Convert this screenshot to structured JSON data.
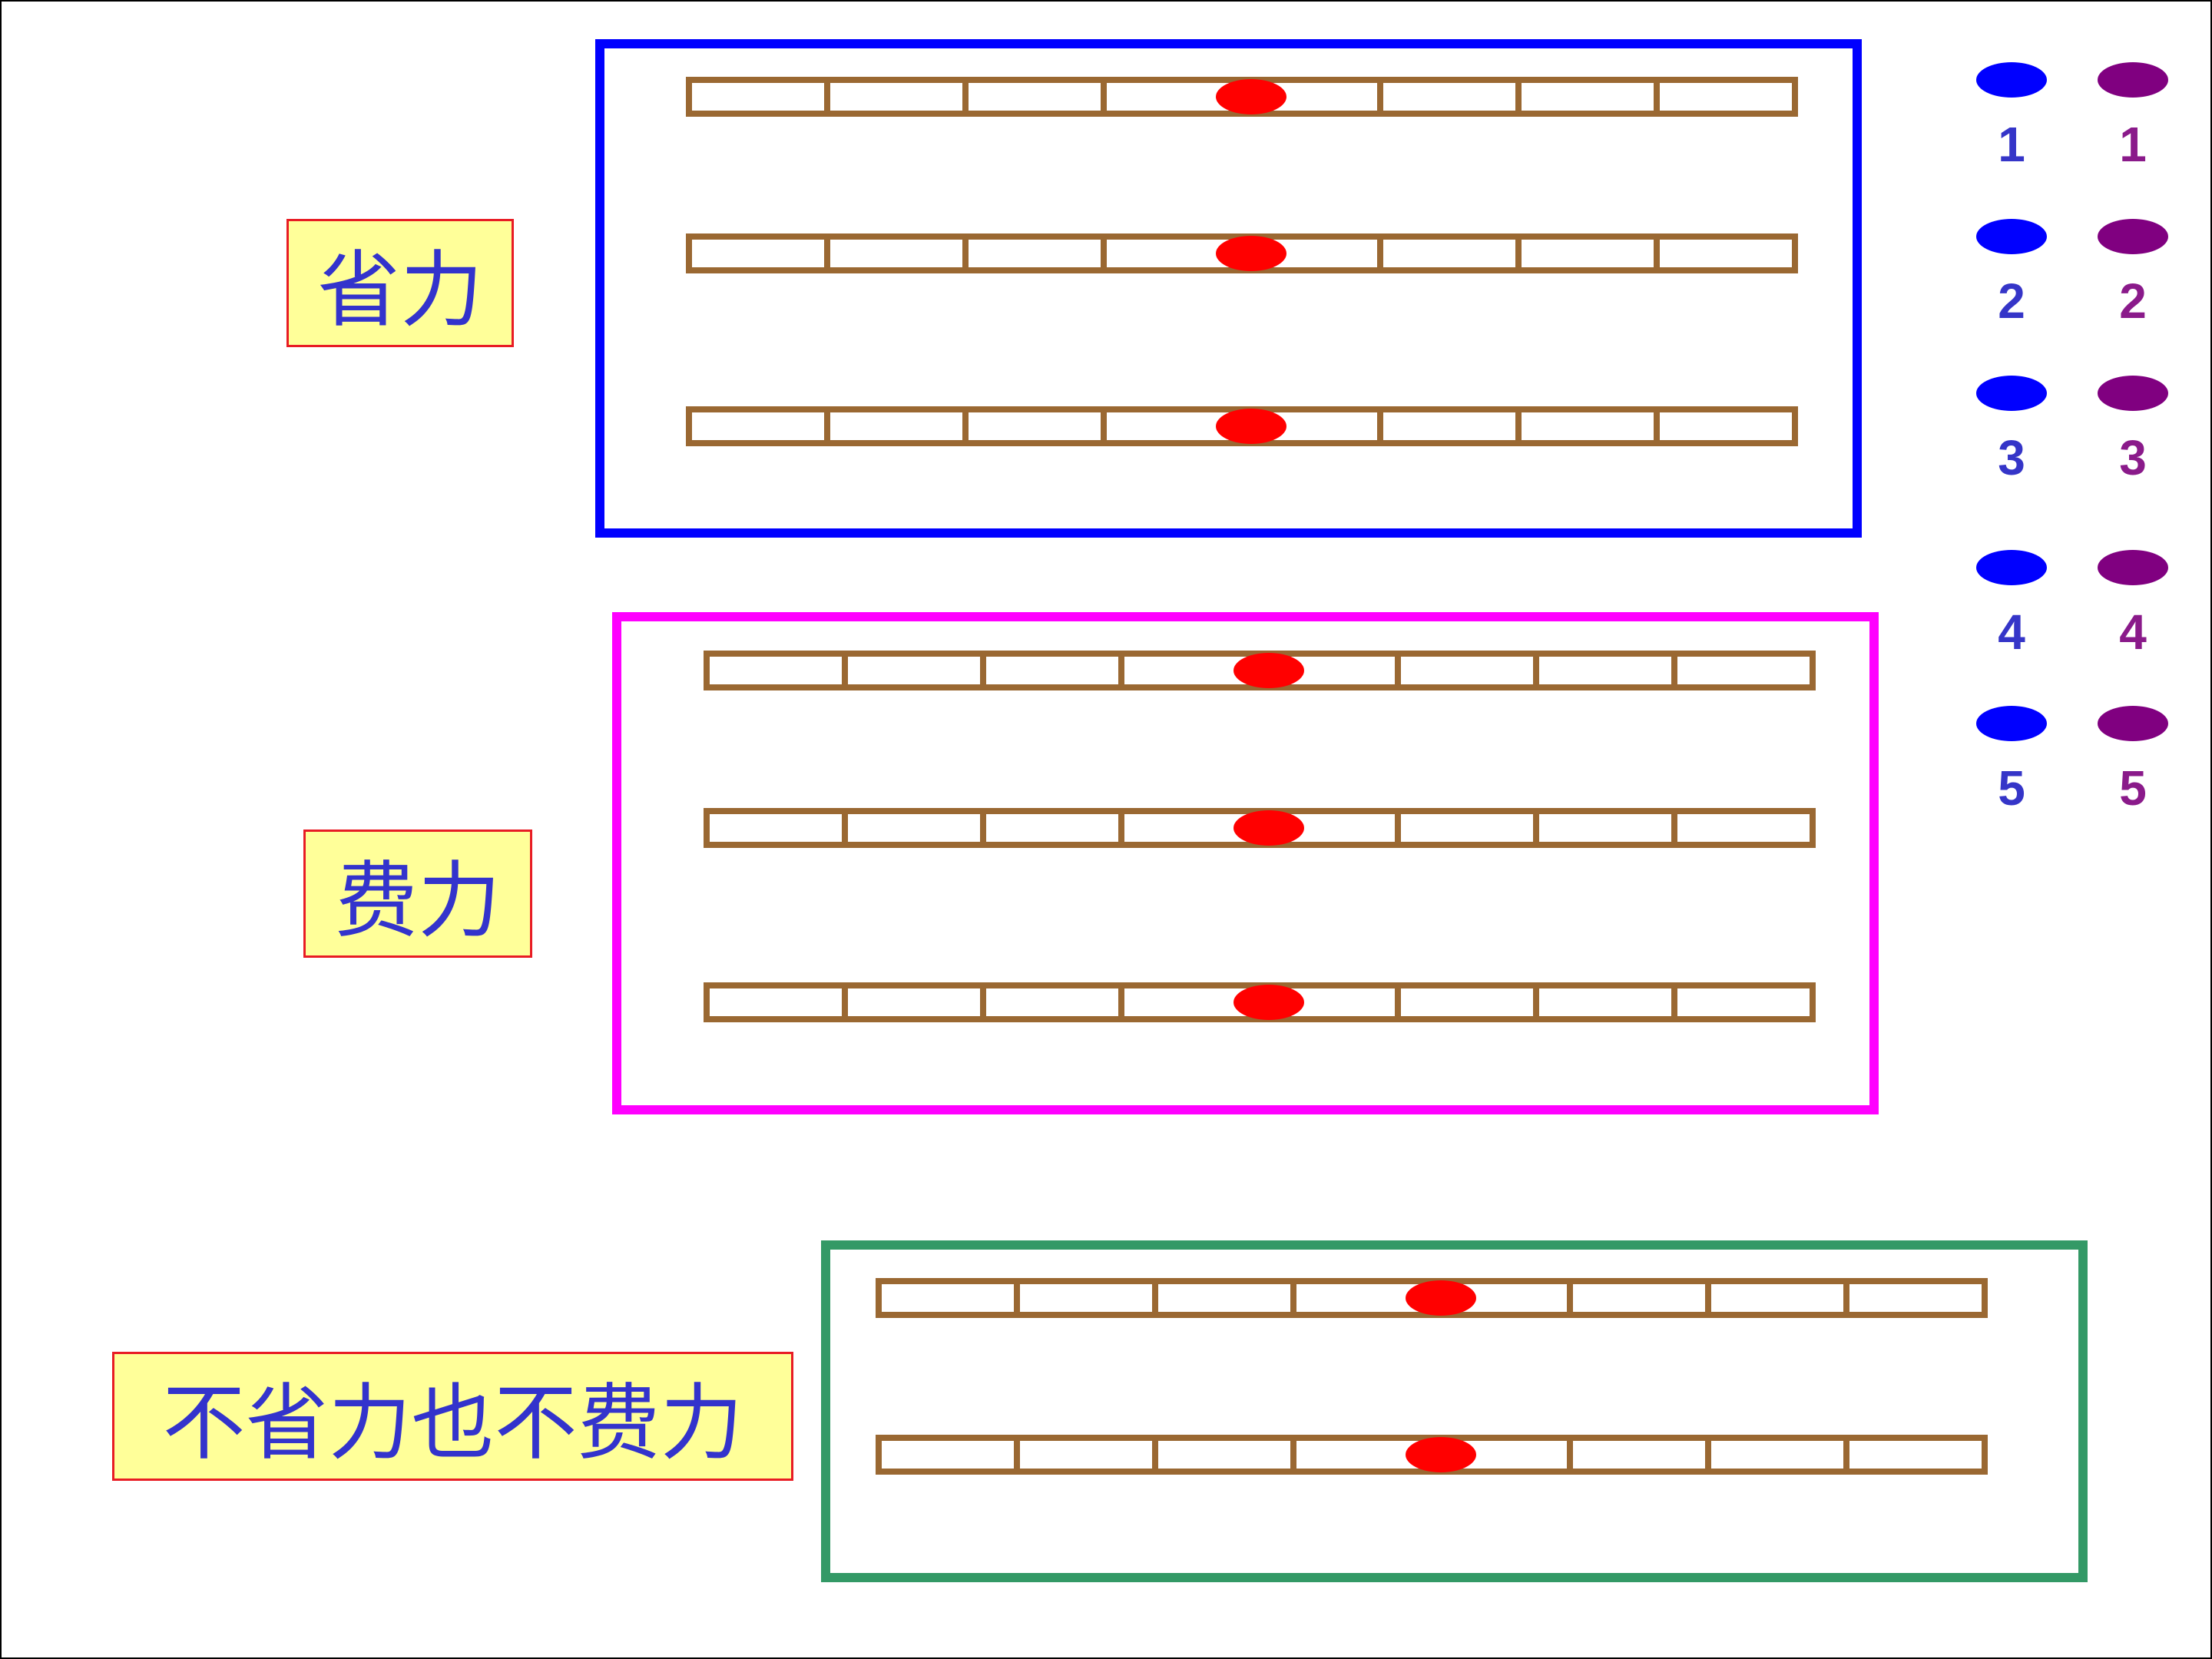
{
  "colors": {
    "background": "#ffffff",
    "frame": "#000000",
    "lever": "#9a6832",
    "fulcrum": "#ff0000",
    "label_bg": "#ffff99",
    "label_border": "#e81c24",
    "label_text": "#3333cc",
    "blue_token": "#0000ff",
    "blue_number": "#3535c8",
    "purple_token": "#800080",
    "purple_number": "#8a1a8a"
  },
  "groups": [
    {
      "id": "save",
      "label": "省力",
      "frame_color": "#0000ff",
      "lever_count": 3
    },
    {
      "id": "costly",
      "label": "费力",
      "frame_color": "#ff00ff",
      "lever_count": 3
    },
    {
      "id": "neutral",
      "label": "不省力也不费力",
      "frame_color": "#339966",
      "lever_count": 2
    }
  ],
  "lever": {
    "segments": 8,
    "fulcrum_after_segment": 4
  },
  "tokens": {
    "blue": [
      {
        "number": "1"
      },
      {
        "number": "2"
      },
      {
        "number": "3"
      },
      {
        "number": "4"
      },
      {
        "number": "5"
      }
    ],
    "purple": [
      {
        "number": "1"
      },
      {
        "number": "2"
      },
      {
        "number": "3"
      },
      {
        "number": "4"
      },
      {
        "number": "5"
      }
    ]
  }
}
